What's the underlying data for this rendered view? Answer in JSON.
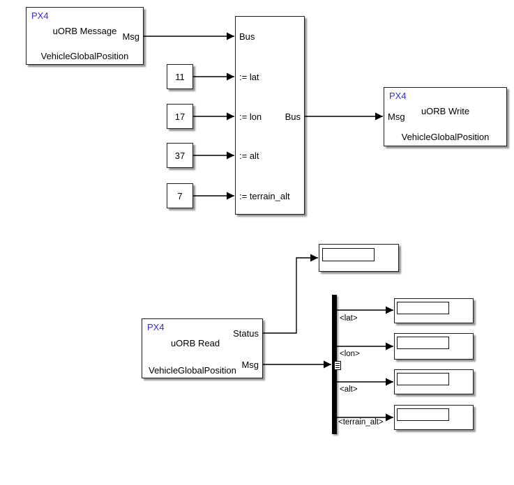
{
  "colors": {
    "canvas_bg": "#ffffff",
    "block_border": "#1c1c1c",
    "px4_label_blue": "#3232d2",
    "wire": "#000000"
  },
  "blocks": {
    "uorb_message": {
      "tag": "PX4",
      "title": "uORB Message",
      "subtitle": "VehicleGlobalPosition",
      "port_out": "Msg"
    },
    "constants": [
      {
        "value": "11"
      },
      {
        "value": "17"
      },
      {
        "value": "37"
      },
      {
        "value": "7"
      }
    ],
    "bus_assignment": {
      "port_in_bus": "Bus",
      "port_lat": ":= lat",
      "port_lon": ":= lon",
      "port_alt": ":= alt",
      "port_terrain": ":= terrain_alt",
      "port_out_bus": "Bus"
    },
    "uorb_write": {
      "tag": "PX4",
      "title": "uORB Write",
      "subtitle": "VehicleGlobalPosition",
      "port_in": "Msg"
    },
    "uorb_read": {
      "tag": "PX4",
      "title": "uORB Read",
      "subtitle": "VehicleGlobalPosition",
      "port_status": "Status",
      "port_msg": "Msg"
    },
    "displays": {
      "status_value": "",
      "lat_value": "",
      "lon_value": "",
      "alt_value": "",
      "terrain_value": ""
    },
    "wire_labels": [
      {
        "text": "<lat>"
      },
      {
        "text": "<lon>"
      },
      {
        "text": "<alt>"
      },
      {
        "text": "<terrain_alt>"
      }
    ]
  }
}
